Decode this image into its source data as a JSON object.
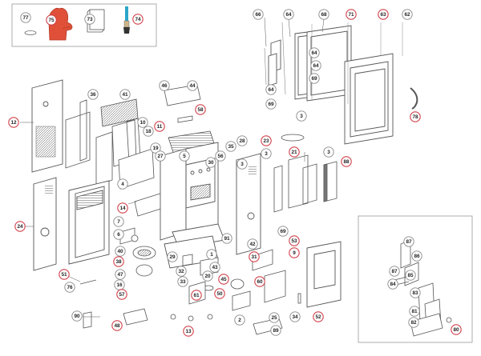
{
  "colors": {
    "line": "#555555",
    "callout_grey": "#8a8a8a",
    "callout_red": "#d0414a",
    "callout_fill": "#ffffff",
    "glove": "#e05038",
    "glove_dark": "#b53a27",
    "brush_handle": "#2ba6c9",
    "tan": "#cdb48a"
  },
  "callouts": [
    {
      "n": "77",
      "s": "grey"
    },
    {
      "n": "75",
      "s": "red"
    },
    {
      "n": "73",
      "s": "grey"
    },
    {
      "n": "74",
      "s": "red"
    },
    {
      "n": "66",
      "s": "grey"
    },
    {
      "n": "64",
      "s": "grey"
    },
    {
      "n": "68",
      "s": "grey"
    },
    {
      "n": "71",
      "s": "red"
    },
    {
      "n": "63",
      "s": "red"
    },
    {
      "n": "62",
      "s": "grey"
    },
    {
      "n": "64",
      "s": "grey"
    },
    {
      "n": "64",
      "s": "grey"
    },
    {
      "n": "69",
      "s": "grey"
    },
    {
      "n": "64",
      "s": "grey"
    },
    {
      "n": "69",
      "s": "grey"
    },
    {
      "n": "78",
      "s": "red"
    },
    {
      "n": "12",
      "s": "red"
    },
    {
      "n": "36",
      "s": "grey"
    },
    {
      "n": "41",
      "s": "grey"
    },
    {
      "n": "46",
      "s": "grey"
    },
    {
      "n": "44",
      "s": "grey"
    },
    {
      "n": "58",
      "s": "red"
    },
    {
      "n": "10",
      "s": "grey"
    },
    {
      "n": "18",
      "s": "grey"
    },
    {
      "n": "11",
      "s": "red"
    },
    {
      "n": "19",
      "s": "grey"
    },
    {
      "n": "27",
      "s": "grey"
    },
    {
      "n": "5",
      "s": "grey"
    },
    {
      "n": "35",
      "s": "grey"
    },
    {
      "n": "28",
      "s": "grey"
    },
    {
      "n": "23",
      "s": "red"
    },
    {
      "n": "3",
      "s": "grey"
    },
    {
      "n": "3",
      "s": "grey"
    },
    {
      "n": "21",
      "s": "red"
    },
    {
      "n": "3",
      "s": "grey"
    },
    {
      "n": "88",
      "s": "red"
    },
    {
      "n": "56",
      "s": "grey"
    },
    {
      "n": "30",
      "s": "grey"
    },
    {
      "n": "3",
      "s": "grey"
    },
    {
      "n": "4",
      "s": "grey"
    },
    {
      "n": "14",
      "s": "red"
    },
    {
      "n": "24",
      "s": "red"
    },
    {
      "n": "7",
      "s": "grey"
    },
    {
      "n": "6",
      "s": "grey"
    },
    {
      "n": "40",
      "s": "grey"
    },
    {
      "n": "38",
      "s": "red"
    },
    {
      "n": "47",
      "s": "grey"
    },
    {
      "n": "16",
      "s": "grey"
    },
    {
      "n": "57",
      "s": "red"
    },
    {
      "n": "51",
      "s": "red"
    },
    {
      "n": "76",
      "s": "grey"
    },
    {
      "n": "29",
      "s": "grey"
    },
    {
      "n": "32",
      "s": "grey"
    },
    {
      "n": "33",
      "s": "grey"
    },
    {
      "n": "1",
      "s": "grey"
    },
    {
      "n": "43",
      "s": "grey"
    },
    {
      "n": "20",
      "s": "grey"
    },
    {
      "n": "45",
      "s": "red"
    },
    {
      "n": "91",
      "s": "grey"
    },
    {
      "n": "42",
      "s": "grey"
    },
    {
      "n": "31",
      "s": "red"
    },
    {
      "n": "69",
      "s": "grey"
    },
    {
      "n": "53",
      "s": "red"
    },
    {
      "n": "9",
      "s": "red"
    },
    {
      "n": "60",
      "s": "red"
    },
    {
      "n": "61",
      "s": "red"
    },
    {
      "n": "50",
      "s": "red"
    },
    {
      "n": "90",
      "s": "grey"
    },
    {
      "n": "48",
      "s": "red"
    },
    {
      "n": "13",
      "s": "red"
    },
    {
      "n": "2",
      "s": "grey"
    },
    {
      "n": "25",
      "s": "grey"
    },
    {
      "n": "89",
      "s": "grey"
    },
    {
      "n": "34",
      "s": "grey"
    },
    {
      "n": "52",
      "s": "red"
    },
    {
      "n": "87",
      "s": "grey"
    },
    {
      "n": "86",
      "s": "grey"
    },
    {
      "n": "87",
      "s": "grey"
    },
    {
      "n": "85",
      "s": "grey"
    },
    {
      "n": "84",
      "s": "grey"
    },
    {
      "n": "83",
      "s": "grey"
    },
    {
      "n": "81",
      "s": "grey"
    },
    {
      "n": "82",
      "s": "grey"
    },
    {
      "n": "80",
      "s": "red"
    }
  ]
}
